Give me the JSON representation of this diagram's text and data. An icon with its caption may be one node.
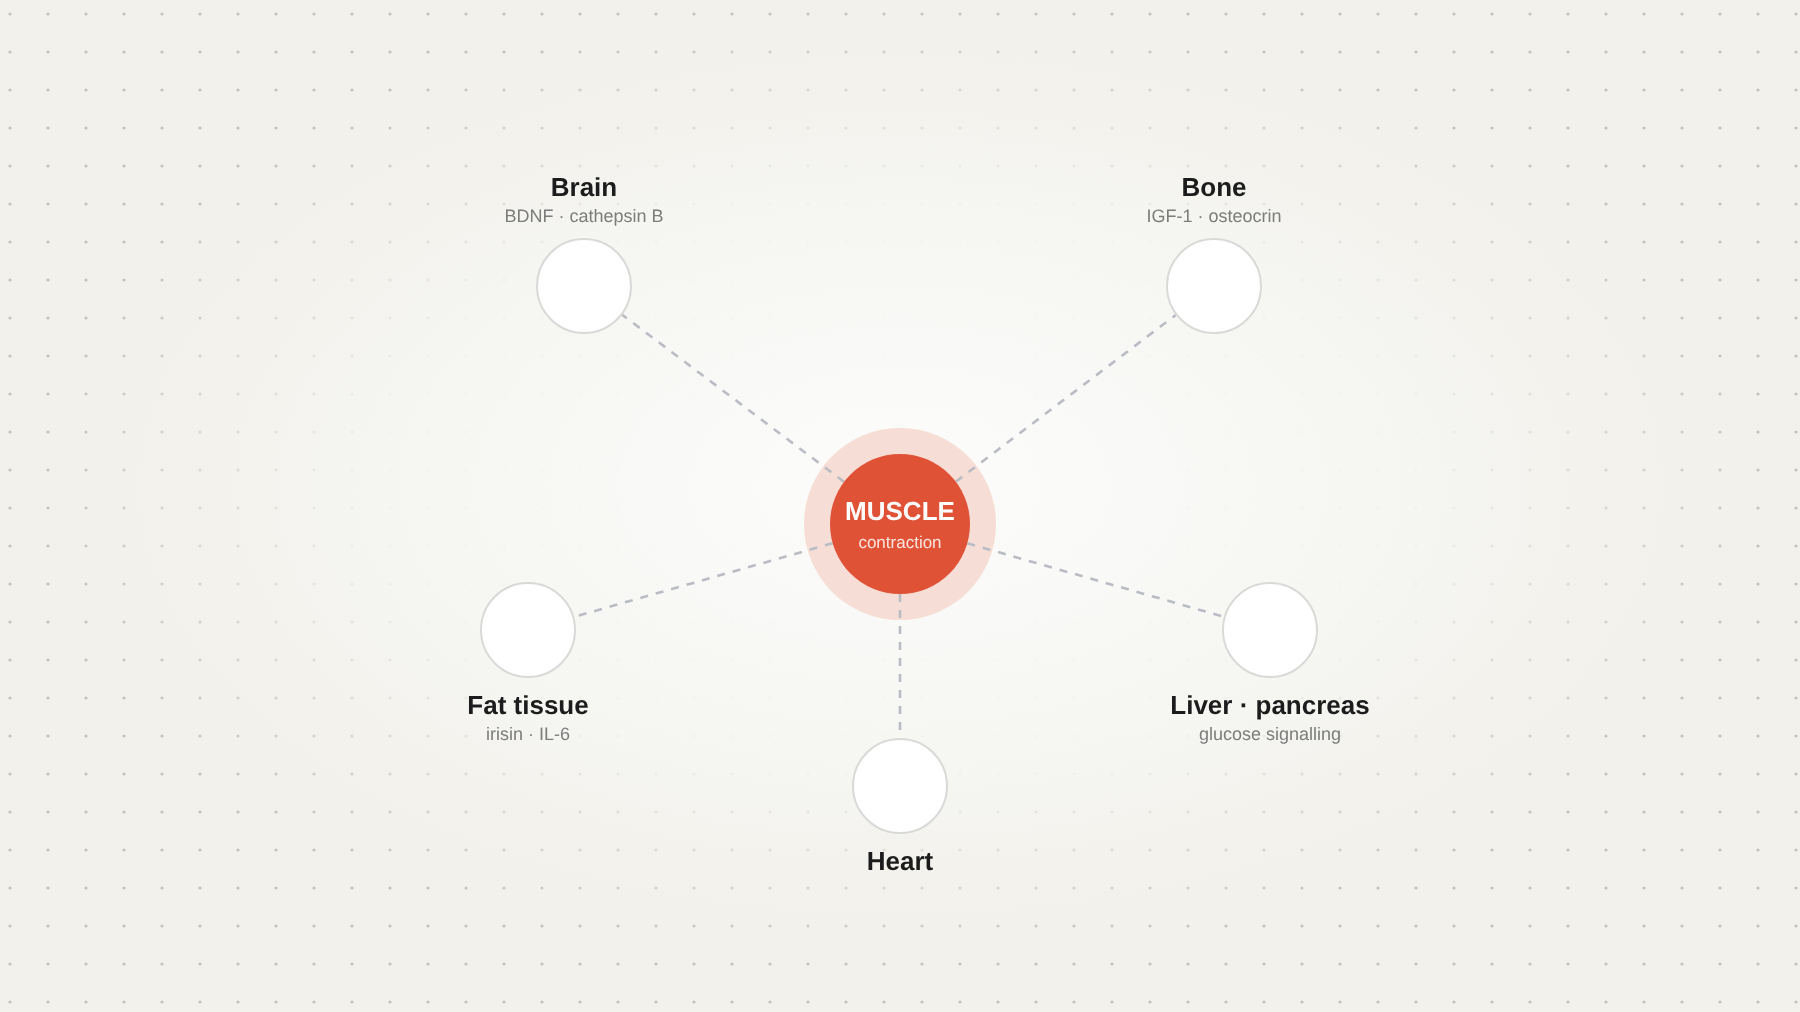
{
  "diagram": {
    "nodes": [
      {
        "text": [
          "Brain",
          "BDNF · cathepsin B"
        ]
      },
      {
        "text": [
          "Bone",
          "IGF-1 · osteocrin"
        ]
      },
      {
        "text": [
          "MUSCLE",
          "contraction"
        ]
      },
      {
        "text": [
          "Fat tissue",
          "irisin · IL-6"
        ]
      },
      {
        "text": [
          "Liver · pancreas",
          "glucose signalling"
        ]
      },
      {
        "text": [
          "Heart"
        ]
      }
    ],
    "edges": [
      {
        "from": 2,
        "to": 0,
        "arrow": "none",
        "style": "dashed"
      },
      {
        "from": 2,
        "to": 1,
        "arrow": "none",
        "style": "dashed"
      },
      {
        "from": 2,
        "to": 3,
        "arrow": "none",
        "style": "dashed"
      },
      {
        "from": 2,
        "to": 4,
        "arrow": "none",
        "style": "dashed"
      },
      {
        "from": 2,
        "to": 5,
        "arrow": "none",
        "style": "dashed"
      }
    ]
  }
}
